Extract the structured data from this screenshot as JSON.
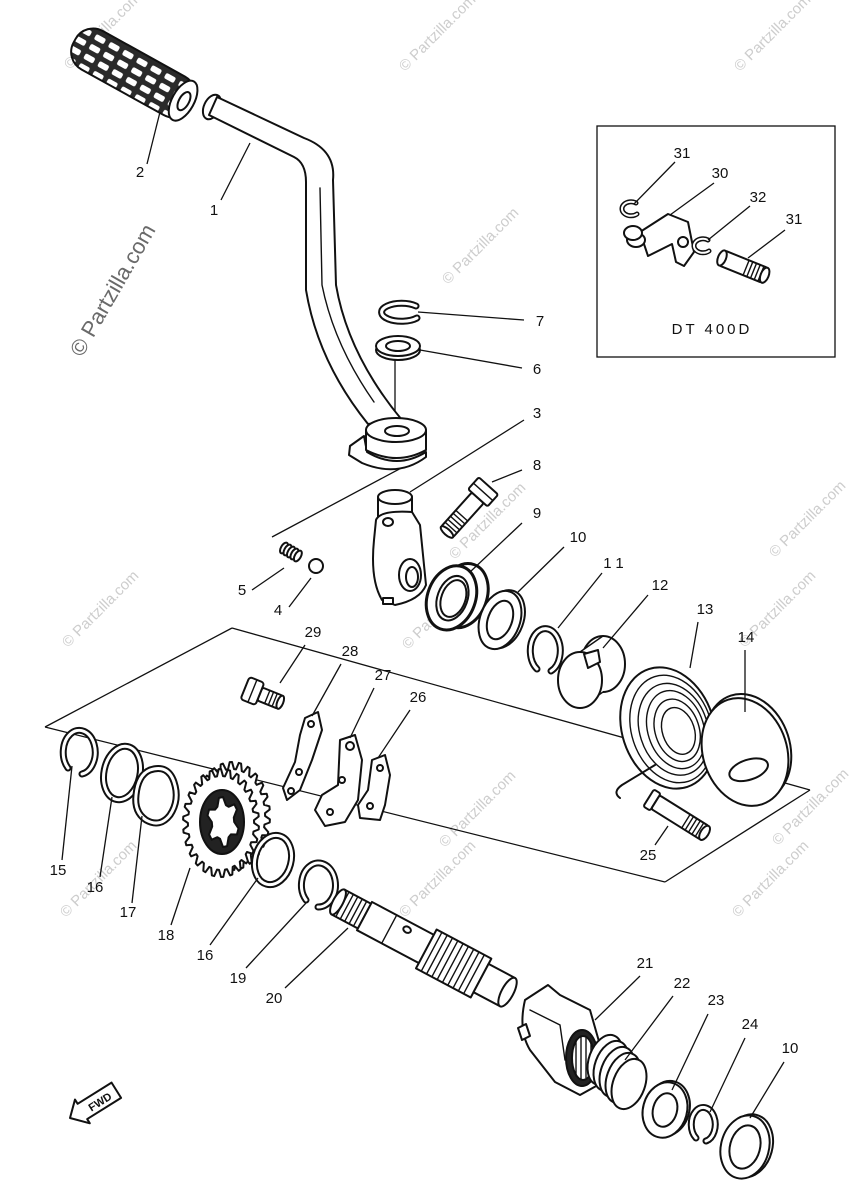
{
  "watermark": "© Partzilla.com",
  "fwd_label": "FWD",
  "inset": {
    "model": "DT 400D",
    "callouts": [
      "31",
      "30",
      "32",
      "31"
    ]
  },
  "callouts": [
    "2",
    "1",
    "7",
    "6",
    "3",
    "8",
    "9",
    "10",
    "11",
    "12",
    "13",
    "14",
    "5",
    "4",
    "29",
    "28",
    "27",
    "26",
    "15",
    "16",
    "17",
    "18",
    "16",
    "19",
    "20",
    "21",
    "22",
    "23",
    "24",
    "10",
    "25"
  ]
}
